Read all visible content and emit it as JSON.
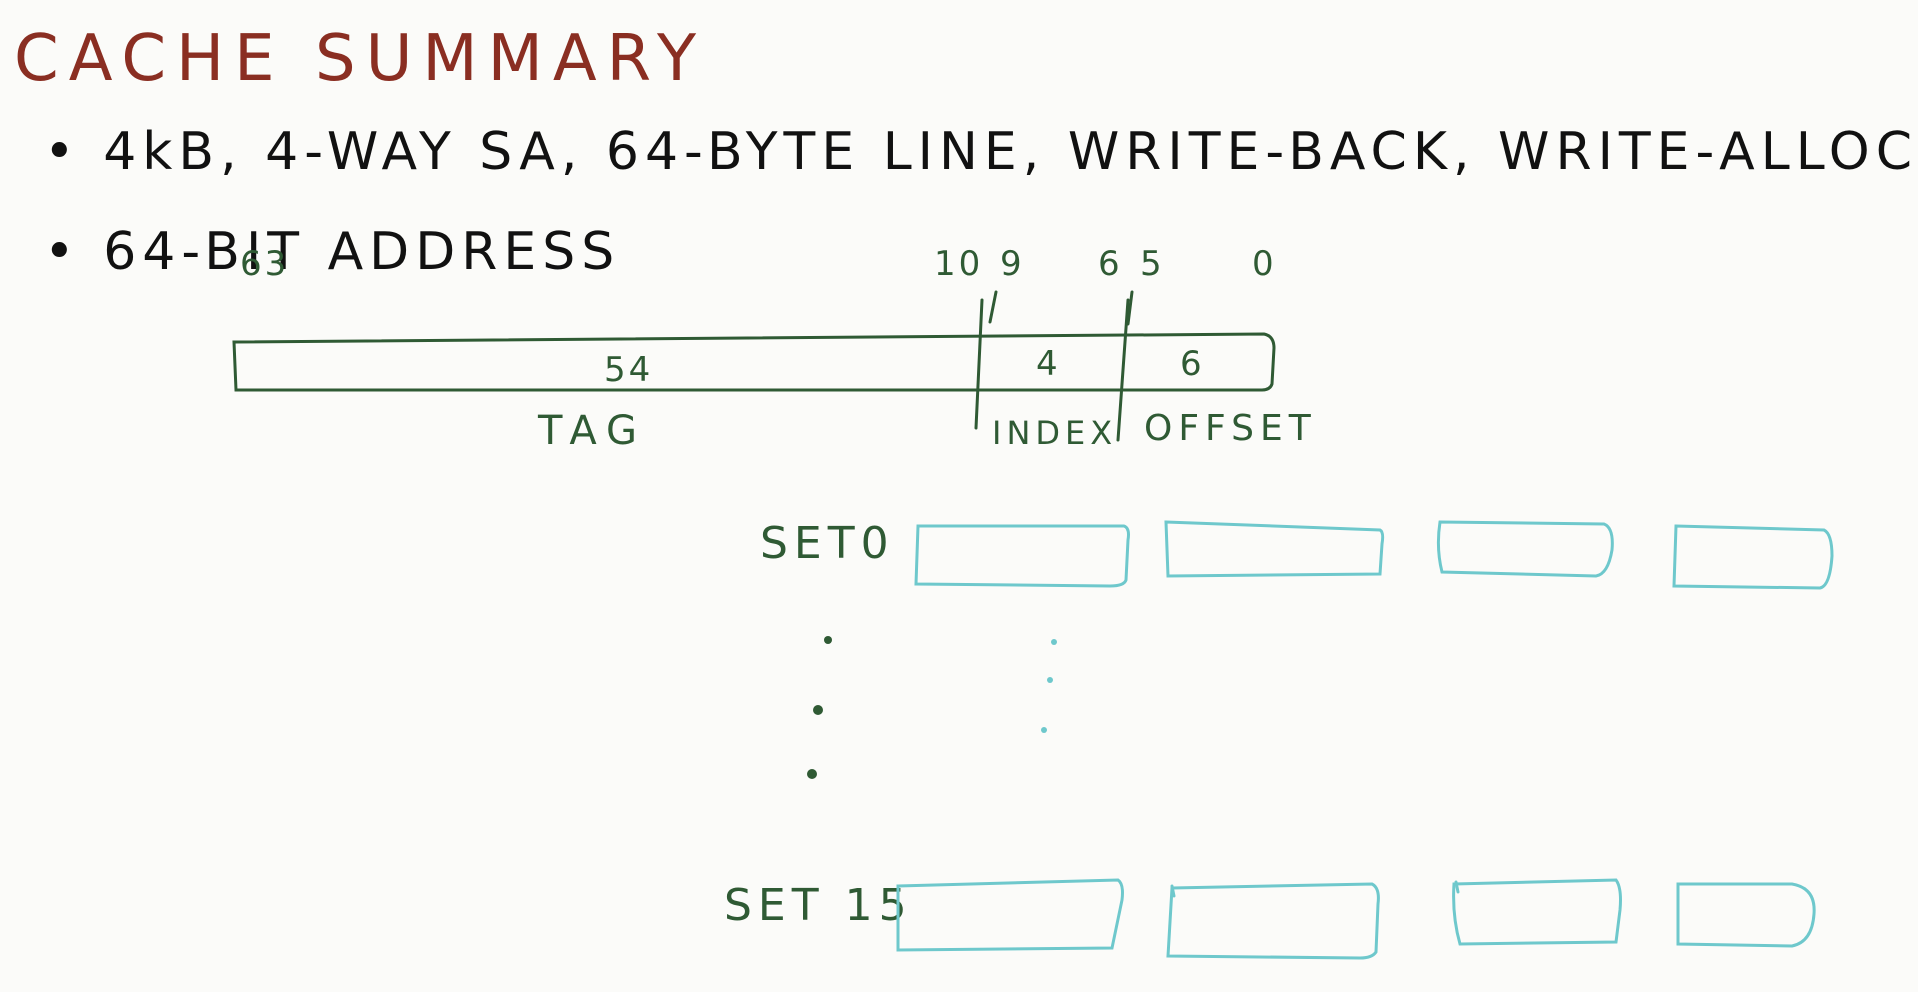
{
  "title": "CACHE SUMMARY",
  "bullets": [
    "4kB, 4-WAY SA, 64-BYTE LINE, WRITE-BACK, WRITE-ALLOC",
    "64-BIT ADDRESS"
  ],
  "address": {
    "bit_labels": [
      "63",
      "10",
      "9",
      "6",
      "5",
      "0"
    ],
    "fields": [
      {
        "name": "TAG",
        "width": "54"
      },
      {
        "name": "INDEX",
        "width": "4"
      },
      {
        "name": "OFFSET",
        "width": "6"
      }
    ]
  },
  "sets": [
    {
      "label": "SET0",
      "ways": 4
    },
    {
      "label": "SET 15",
      "ways": 4
    }
  ],
  "colors": {
    "title": "#8a2e22",
    "ink": "#111111",
    "green": "#2f5a34",
    "cyan": "#6ec8cc"
  }
}
